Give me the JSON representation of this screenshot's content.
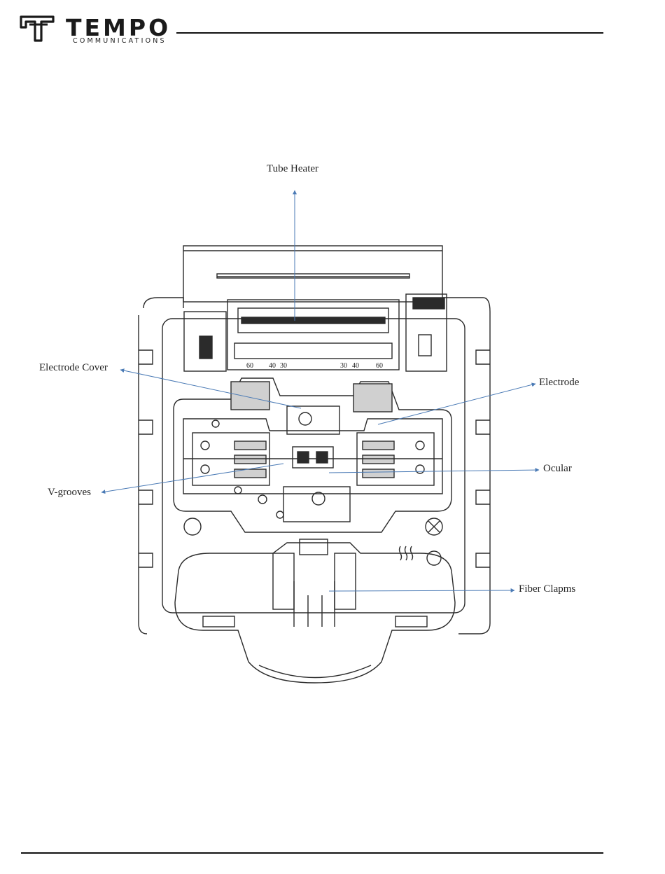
{
  "brand": {
    "name": "TEMPO",
    "subtitle": "COMMUNICATIONS"
  },
  "colors": {
    "ink": "#1a1a1a",
    "leader": "#4a7ab5",
    "drawing": "#2b2b2b"
  },
  "diagram": {
    "callouts": {
      "tube_heater": "Tube Heater",
      "electrode_cover": "Electrode Cover",
      "electrode": "Electrode",
      "ocular": "Ocular",
      "v_grooves": "V-grooves",
      "fiber_clamps": "Fiber Clapms"
    },
    "scale_left": [
      "60",
      "40",
      "30"
    ],
    "scale_right": [
      "30",
      "40",
      "60"
    ]
  }
}
